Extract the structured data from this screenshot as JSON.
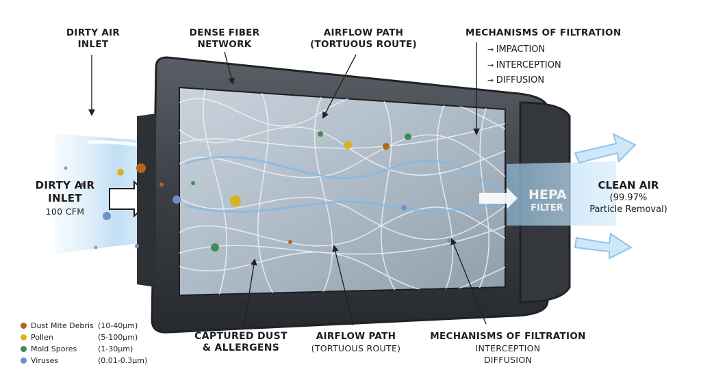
{
  "labels": {
    "top_left_inlet": "DIRTY AIR\nINLET",
    "dense_fiber": "DENSE FIBER\nNETWORK",
    "airflow_top": "AIRFLOW PATH",
    "airflow_top_sub": "(TORTUOUS ROUTE)",
    "mechanisms_top": "MECHANISMS OF FILTRATION",
    "mechanisms_list": [
      "IMPACTION",
      "INTERCEPTION",
      "DIFFUSION"
    ],
    "side_inlet": "DIRTY AIR\nINLET",
    "side_inlet_cfm": "100 CFM",
    "captured": "CAPTURED DUST\n& ALLERGENS",
    "airflow_bottom": "AIRFLOW PATH",
    "airflow_bottom_sub": "(TORTUOUS ROUTE)",
    "mechanisms_bottom": "MECHANISMS OF FILTRATION",
    "mechanisms_bottom_sub": "INTERCEPTION\nDIFFUSION",
    "hepa_line1": "HEPA",
    "hepa_line2": "FILTER",
    "clean_air": "CLEAN AIR",
    "clean_air_sub": "(99.97%\nParticle Removal)"
  },
  "legend": [
    {
      "name": "Dust Mite Debris",
      "size": "(10-40μm)",
      "color": "#b5651d"
    },
    {
      "name": "Pollen",
      "size": "(5-100μm)",
      "color": "#d9b21f"
    },
    {
      "name": "Mold Spores",
      "size": "(1-30μm)",
      "color": "#3f8f55"
    },
    {
      "name": "Viruses",
      "size": "(0.01-0.3μm)",
      "color": "#6f8fc9"
    }
  ],
  "colors": {
    "housing": "#3b3f45",
    "housing_dark": "#25282c",
    "airflow": "#8fc4ec",
    "fiber": "#e6ebf0"
  }
}
